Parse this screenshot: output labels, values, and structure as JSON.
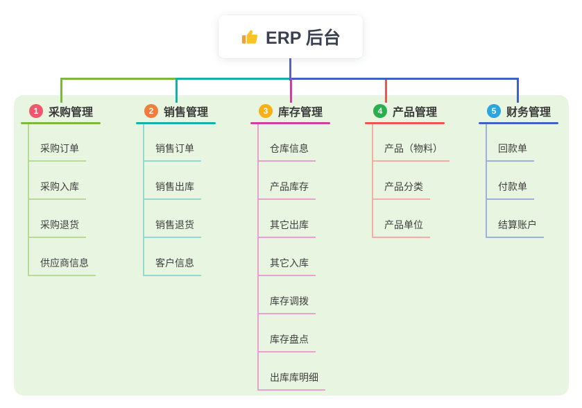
{
  "root": {
    "label": "ERP 后台",
    "icon": "thumbs-up-icon",
    "line_color": "#5565c3"
  },
  "colors": {
    "canvas_background": "#e8f5e0",
    "page_background": "#ffffff",
    "root_text": "#3b4050",
    "branch_text": "#3a3a3a",
    "child_text": "#3f3f3f"
  },
  "branches": [
    {
      "num": "1",
      "label": "采购管理",
      "color": "#7cb840",
      "light": "#b7da97",
      "badge": "#f0566c",
      "children": [
        "采购订单",
        "采购入库",
        "采购退货",
        "供应商信息"
      ]
    },
    {
      "num": "2",
      "label": "销售管理",
      "color": "#12b2ab",
      "light": "#93d8d2",
      "badge": "#ef7d3b",
      "children": [
        "销售订单",
        "销售出库",
        "销售退货",
        "客户信息"
      ]
    },
    {
      "num": "3",
      "label": "库存管理",
      "color": "#d53c9f",
      "light": "#eb9ed1",
      "badge": "#f9b016",
      "children": [
        "仓库信息",
        "产品库存",
        "其它出库",
        "其它入库",
        "库存调拨",
        "库存盘点",
        "出库库明细"
      ]
    },
    {
      "num": "4",
      "label": "产品管理",
      "color": "#f0544e",
      "light": "#f6aba5",
      "badge": "#2bae4e",
      "children": [
        "产品（物料）",
        "产品分类",
        "产品单位"
      ]
    },
    {
      "num": "5",
      "label": "财务管理",
      "color": "#3e62c4",
      "light": "#9cb0de",
      "badge": "#29a5df",
      "children": [
        "回款单",
        "付款单",
        "结算账户"
      ]
    }
  ]
}
